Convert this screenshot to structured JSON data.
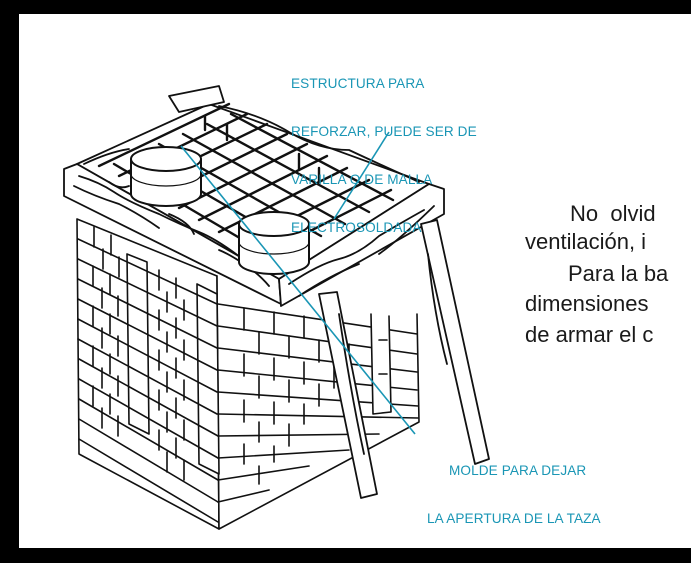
{
  "colors": {
    "callout_text": "#1a96b5",
    "leader_line": "#1a96b5",
    "body_text": "#1a1a1a",
    "frame": "#000000",
    "page": "#ffffff"
  },
  "callouts": {
    "reinforcement": {
      "lines": [
        "ESTRUCTURA PARA",
        "REFORZAR, PUEDE SER DE",
        "VARILLA O DE MALLA",
        "ELECTROSOLDADA"
      ]
    },
    "mold": {
      "lines": [
        "MOLDE PARA DEJAR",
        "LA APERTURA DE LA TAZA"
      ]
    }
  },
  "body_text": {
    "lines": [
      "No  olvid",
      "ventilación, i",
      "Para la ba",
      "dimensiones",
      "de armar el c"
    ]
  },
  "illustration": {
    "subject": "brick latrine base with wooden formwork, steel reinforcement grid and two cylindrical molds"
  }
}
